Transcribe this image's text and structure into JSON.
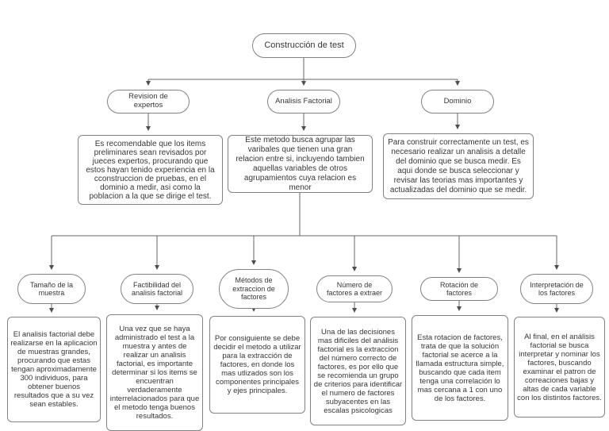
{
  "diagram": {
    "title": "Construcción de test",
    "root": {
      "label": "Construcción de test"
    },
    "branches": [
      {
        "label": "Revision de expertos",
        "description": "Es recomendable que los items preliminares sean revisados por jueces expertos, procurando que estos hayan tenido experiencia en la cconstruccion de pruebas, en el dominio a medir, asi como la poblacion a la que se dirige el test."
      },
      {
        "label": "Analisis Factorial",
        "description": "Este metodo busca agrupar las varibales que tienen una gran relacion entre si, incluyendo tambien aquellas variables de otros agrupamientos cuya relacion es menor"
      },
      {
        "label": "Dominio",
        "description": "Para construir correctamente un test, es necesario realizar un analisis a detalle del dominio que se busca medir. Es aqui donde se busca seleccionar y revisar las teorias mas importantes y actualizadas del dominio que se medir."
      }
    ],
    "factorial_steps": [
      {
        "label": "Tamaño de la muestra",
        "description": "El analisis factorial debe realizarse en la aplicacion de muestras grandes, procurando que estas tengan aproximadamente 300 individuos, para obtener buenos resultados que a su vez sean estables."
      },
      {
        "label": "Factibilidad del analisis factorial",
        "description": "Una vez que se haya administrado el test a la muestra y antes de realizar un analisis factorial, es importante determinar si los items se encuentran verdaderamente interrelacionados para que el metodo tenga buenos resultados."
      },
      {
        "label": "Métodos de extraccion de factores",
        "description": "Por consiguiente se debe decidir el metodo a utilizar para la extracción de factores, en donde los mas utlizados son los componentes principales y ejes principales."
      },
      {
        "label": "Número de factores a extraer",
        "description": "Una de las decisiones mas dificiles del análisis factorial es la extraccion del número correcto de factores, es por ello que se recomienda un grupo de criterios para identificar el numero de factores subyacentes en las escalas psicologicas"
      },
      {
        "label": "Rotación de factores",
        "description": "Esta rotacion de factores, trata de que la solución factorial se acerce a la llamada estructura simple, buscando que cada item tenga una correlación lo mas cercana a 1 con uno de los factores."
      },
      {
        "label": "Interpretación de los factores",
        "description": "Al final, en el análisis factorial se busca interpretar y nominar los factores, buscando examinar el patron de correaciones bajas y altas de cada variable con los distintos factores."
      }
    ],
    "colors": {
      "background": "#ffffff",
      "node_border": "#828282",
      "connector": "#666666",
      "text": "#363636"
    }
  }
}
